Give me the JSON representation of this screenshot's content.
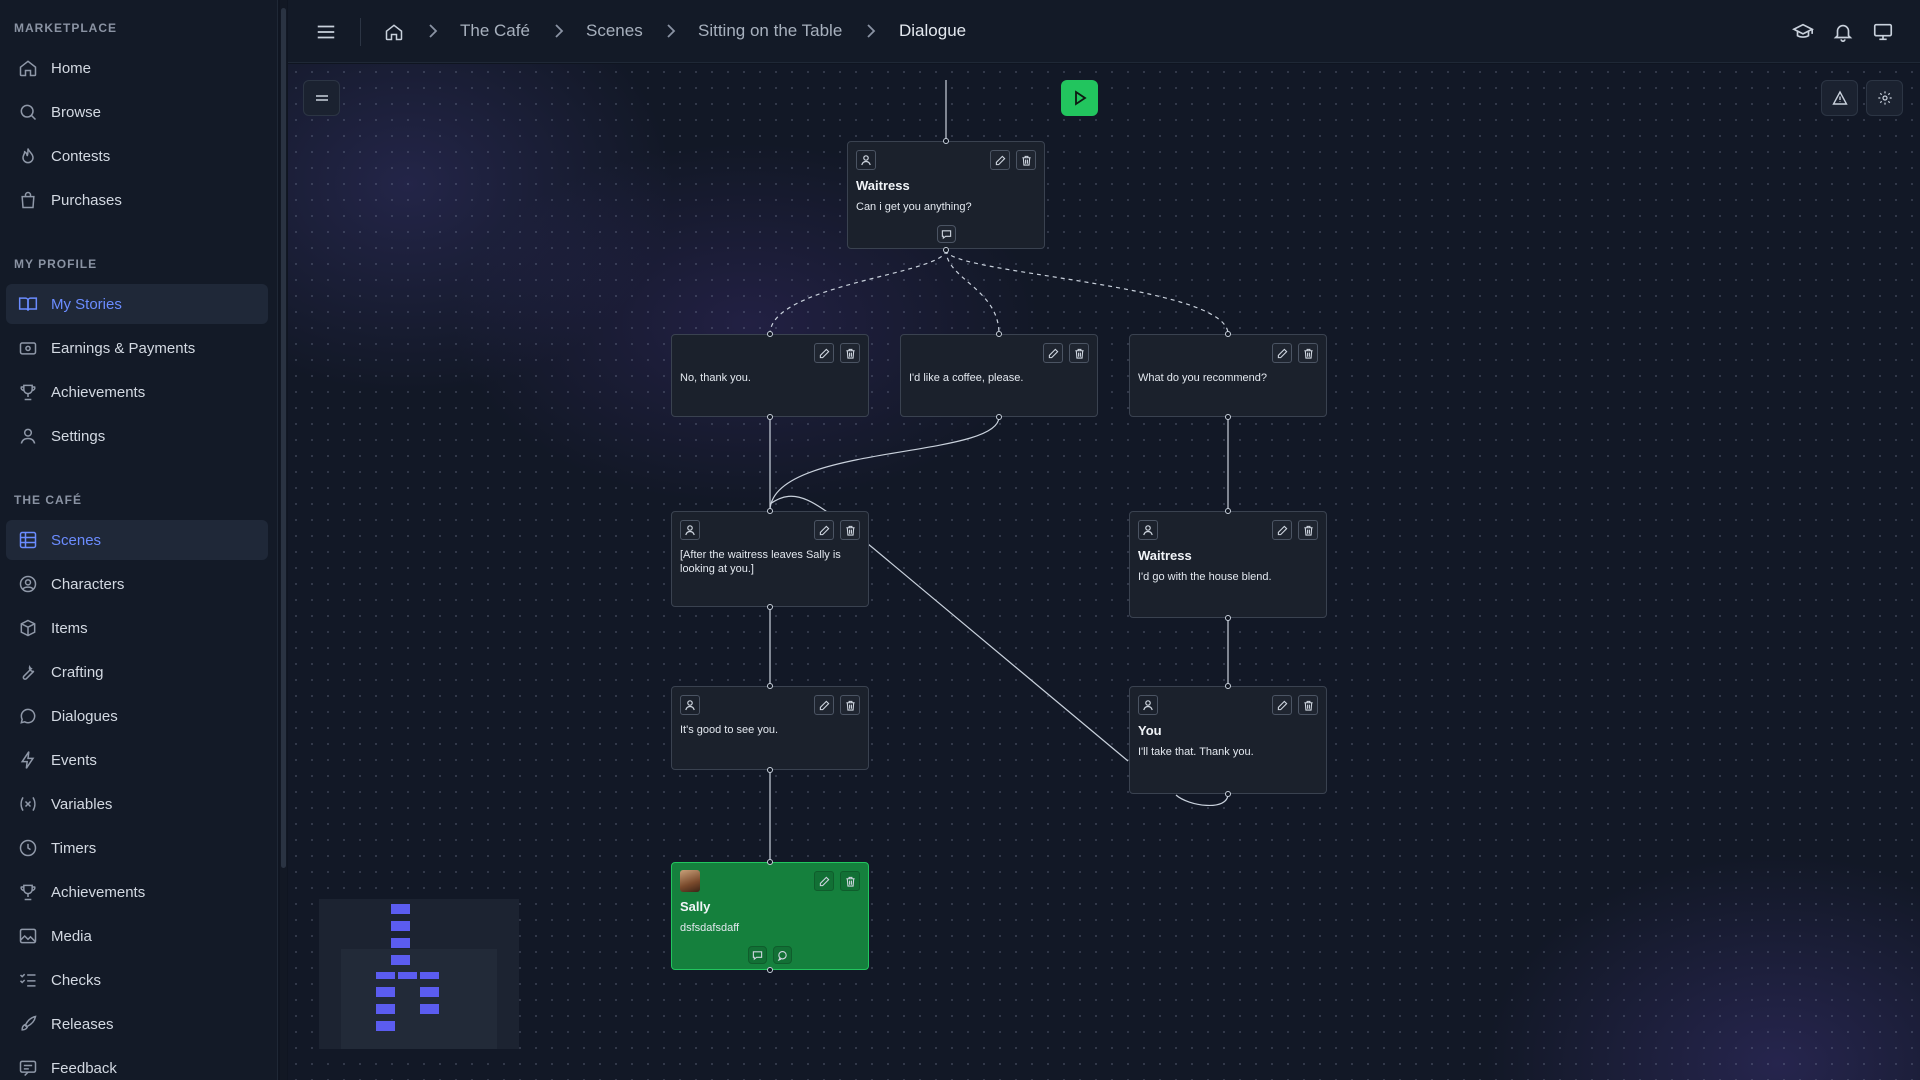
{
  "sidebar": {
    "sections": [
      {
        "title": "MARKETPLACE",
        "items": [
          {
            "label": "Home",
            "icon": "home-icon"
          },
          {
            "label": "Browse",
            "icon": "search-icon"
          },
          {
            "label": "Contests",
            "icon": "flame-icon"
          },
          {
            "label": "Purchases",
            "icon": "shopping-bag-icon"
          }
        ]
      },
      {
        "title": "MY PROFILE",
        "items": [
          {
            "label": "My Stories",
            "icon": "book-icon",
            "active": true
          },
          {
            "label": "Earnings & Payments",
            "icon": "wallet-icon"
          },
          {
            "label": "Achievements",
            "icon": "trophy-icon"
          },
          {
            "label": "Settings",
            "icon": "user-icon"
          }
        ]
      },
      {
        "title": "THE CAFÉ",
        "items": [
          {
            "label": "Scenes",
            "icon": "grid-icon",
            "active": true
          },
          {
            "label": "Characters",
            "icon": "user-circle-icon"
          },
          {
            "label": "Items",
            "icon": "box-icon"
          },
          {
            "label": "Crafting",
            "icon": "wrench-icon"
          },
          {
            "label": "Dialogues",
            "icon": "chat-bubble-icon"
          },
          {
            "label": "Events",
            "icon": "lightning-icon"
          },
          {
            "label": "Variables",
            "icon": "variable-icon"
          },
          {
            "label": "Timers",
            "icon": "clock-icon"
          },
          {
            "label": "Achievements",
            "icon": "trophy-icon"
          },
          {
            "label": "Media",
            "icon": "image-icon"
          },
          {
            "label": "Checks",
            "icon": "checklist-icon"
          },
          {
            "label": "Releases",
            "icon": "rocket-icon"
          },
          {
            "label": "Feedback",
            "icon": "feedback-icon"
          }
        ]
      }
    ]
  },
  "breadcrumb": [
    "The Café",
    "Scenes",
    "Sitting on the Table",
    "Dialogue"
  ],
  "topbar_icons": [
    "graduation-cap-icon",
    "bell-icon",
    "monitor-icon"
  ],
  "accent_color": "#6b8cff",
  "play_color": "#22c55e",
  "nodes": [
    {
      "id": "n1",
      "speaker": "Waitress",
      "text": "Can i get you anything?",
      "type": "npc"
    },
    {
      "id": "n2",
      "text": "No, thank you.",
      "type": "choice"
    },
    {
      "id": "n3",
      "text": "I'd like a coffee, please.",
      "type": "choice"
    },
    {
      "id": "n4",
      "text": "What do you recommend?",
      "type": "choice"
    },
    {
      "id": "n5",
      "text": "[After the waitress leaves Sally is looking at you.]",
      "type": "npc"
    },
    {
      "id": "n6",
      "speaker": "Waitress",
      "text": "I'd go with the house blend.",
      "type": "npc"
    },
    {
      "id": "n7",
      "text": "It's good to see you.",
      "type": "npc"
    },
    {
      "id": "n8",
      "speaker": "You",
      "text": "I'll take that. Thank you.",
      "type": "npc"
    },
    {
      "id": "n9",
      "speaker": "Sally",
      "text": "dsfsdafsdaff",
      "type": "npc",
      "selected": true
    }
  ]
}
